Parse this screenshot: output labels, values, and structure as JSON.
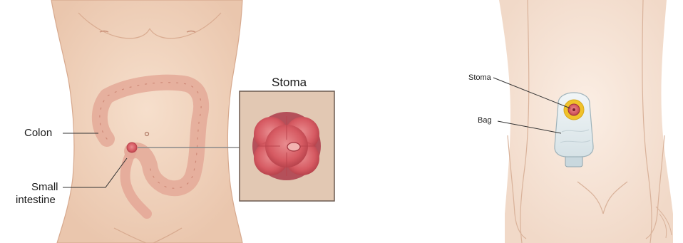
{
  "left_figure": {
    "labels": {
      "colon": "Colon",
      "small_intestine_line1": "Small",
      "small_intestine_line2": "intestine",
      "inset_title": "Stoma"
    }
  },
  "right_figure": {
    "labels": {
      "stoma": "Stoma",
      "bag": "Bag"
    }
  },
  "colors": {
    "skin": "#f2d3bd",
    "skin_outline": "#d7a98e",
    "colon": "#e9b4a3",
    "colon_outline": "#cf8a78",
    "stoma": "#d9606a",
    "stoma_ring": "#f0c22a",
    "bag": "#e3ecef",
    "inset_bg": "#e2c8b3",
    "inset_border": "#6b5a50"
  }
}
